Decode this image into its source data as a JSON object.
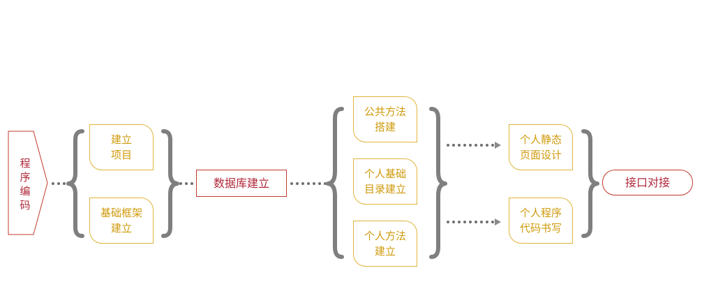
{
  "colors": {
    "gold_border": "#e0b43a",
    "gold_text": "#cf9a0c",
    "red_border": "#c0392b",
    "red_text": "#b0283a",
    "bracket": "#7f7f7f",
    "dots": "#6f6f6f"
  },
  "nodes": {
    "programming": "程\n序\n编\n码",
    "build_project": "建立\n项目",
    "basic_framework": "基础框架\n建立",
    "database": "数据库建立",
    "common_methods": "公共方法\n搭建",
    "personal_base": "个人基础\n目录建立",
    "personal_methods": "个人方法\n建立",
    "personal_static": "个人静态\n页面设计",
    "personal_code": "个人程序\n代码书写",
    "interface": "接口对接"
  }
}
